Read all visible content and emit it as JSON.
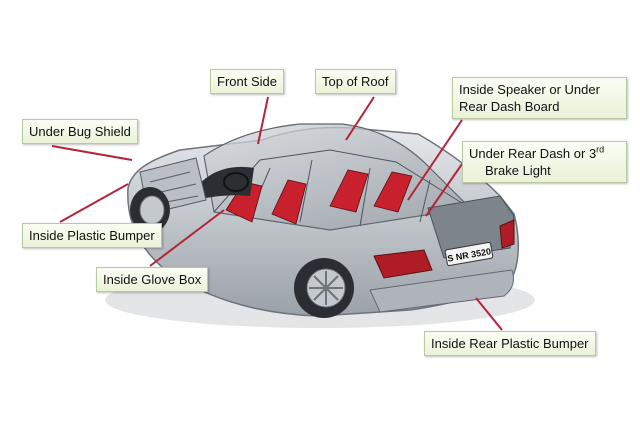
{
  "colors": {
    "callout_line": "#b5243a",
    "label_border": "#b7c9a0",
    "label_fill": "#eef4de",
    "car_body": "#c9ced3",
    "seat_red": "#c8202c"
  },
  "labels": {
    "front_side": "Front Side",
    "top_of_roof": "Top of Roof",
    "inside_speaker": "Inside Speaker or Under Rear Dash Board",
    "under_bug_shield": "Under Bug Shield",
    "under_rear_dash_pre": "Under Rear Dash or 3",
    "under_rear_dash_sup": "rd",
    "under_rear_dash_post": "Brake Light",
    "inside_plastic_bumper": "Inside Plastic Bumper",
    "inside_glove_box": "Inside Glove Box",
    "inside_rear_plastic_bumper": "Inside Rear Plastic Bumper"
  },
  "plate": {
    "text": "S NR 3520"
  }
}
